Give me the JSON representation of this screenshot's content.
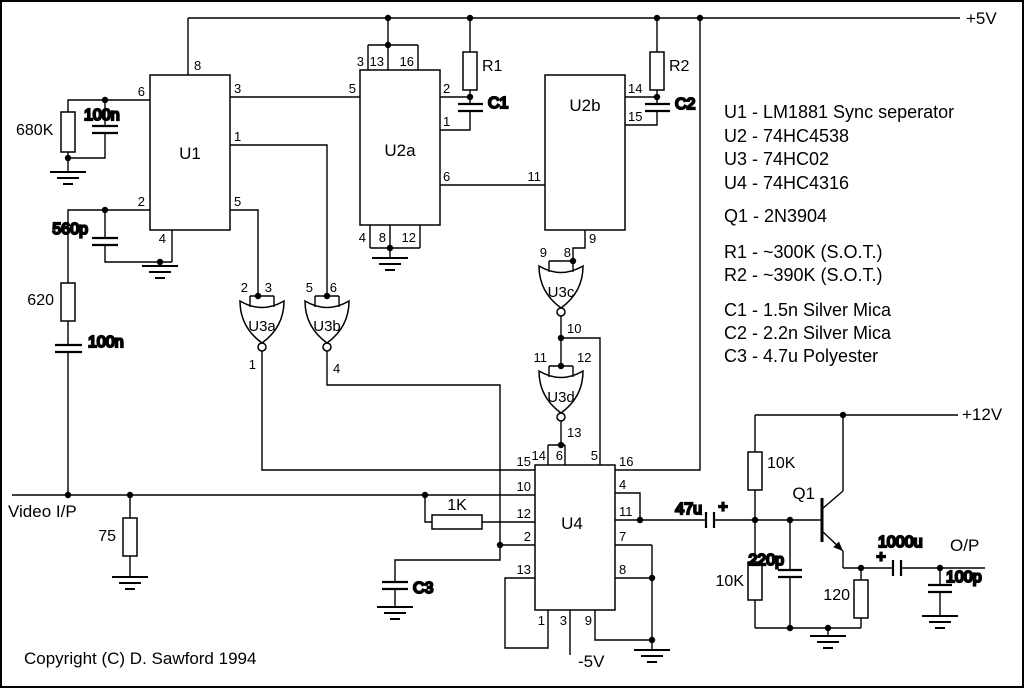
{
  "power": {
    "rail_5v": "+5V",
    "rail_12v": "+12V",
    "rail_neg5v": "-5V"
  },
  "signals": {
    "video_input": "Video I/P",
    "output": "O/P"
  },
  "copyright": "Copyright (C) D. Sawford 1994",
  "parts_list": [
    "U1 - LM1881 Sync seperator",
    "U2 - 74HC4538",
    "U3 - 74HC02",
    "U4 - 74HC4316",
    "Q1 - 2N3904",
    "R1 - ~300K (S.O.T.)",
    "R2 - ~390K (S.O.T.)",
    "C1 - 1.5n Silver Mica",
    "C2 - 2.2n Silver Mica",
    "C3 - 4.7u Polyester"
  ],
  "ics": {
    "u1": {
      "ref": "U1",
      "pins": [
        "8",
        "6",
        "3",
        "1",
        "2",
        "5",
        "4"
      ]
    },
    "u2a": {
      "ref": "U2a",
      "pins": [
        "3",
        "13",
        "16",
        "5",
        "2",
        "1",
        "6",
        "4",
        "8",
        "12"
      ]
    },
    "u2b": {
      "ref": "U2b",
      "pins": [
        "14",
        "15",
        "11",
        "9"
      ]
    },
    "u3a": {
      "ref": "U3a",
      "pins": [
        "2",
        "3",
        "1"
      ]
    },
    "u3b": {
      "ref": "U3b",
      "pins": [
        "5",
        "6",
        "4"
      ]
    },
    "u3c": {
      "ref": "U3c",
      "pins": [
        "9",
        "8",
        "10"
      ]
    },
    "u3d": {
      "ref": "U3d",
      "pins": [
        "11",
        "12",
        "13"
      ]
    },
    "u4": {
      "ref": "U4",
      "pins_left": [
        "15",
        "10",
        "12",
        "2",
        "13"
      ],
      "pins_right": [
        "16",
        "4",
        "11",
        "7",
        "8"
      ],
      "pins_top": [
        "14",
        "6",
        "5"
      ],
      "pins_bottom": [
        "1",
        "3",
        "9"
      ]
    },
    "q1": {
      "ref": "Q1"
    }
  },
  "values": {
    "r_680k": "680K",
    "c_100n_top": "100n",
    "c_560p": "560p",
    "r_620": "620",
    "c_100n_bottom": "100n",
    "r_75": "75",
    "r_1k": "1K",
    "r1": "R1",
    "c1": "C1",
    "r2": "R2",
    "c2": "C2",
    "c3": "C3",
    "c_47u": "47u",
    "r_10k_top": "10K",
    "r_10k_bottom": "10K",
    "c_220p": "220p",
    "r_120": "120",
    "c_1000u": "1000u",
    "c_100p": "100p",
    "polarity_plus": "+"
  }
}
